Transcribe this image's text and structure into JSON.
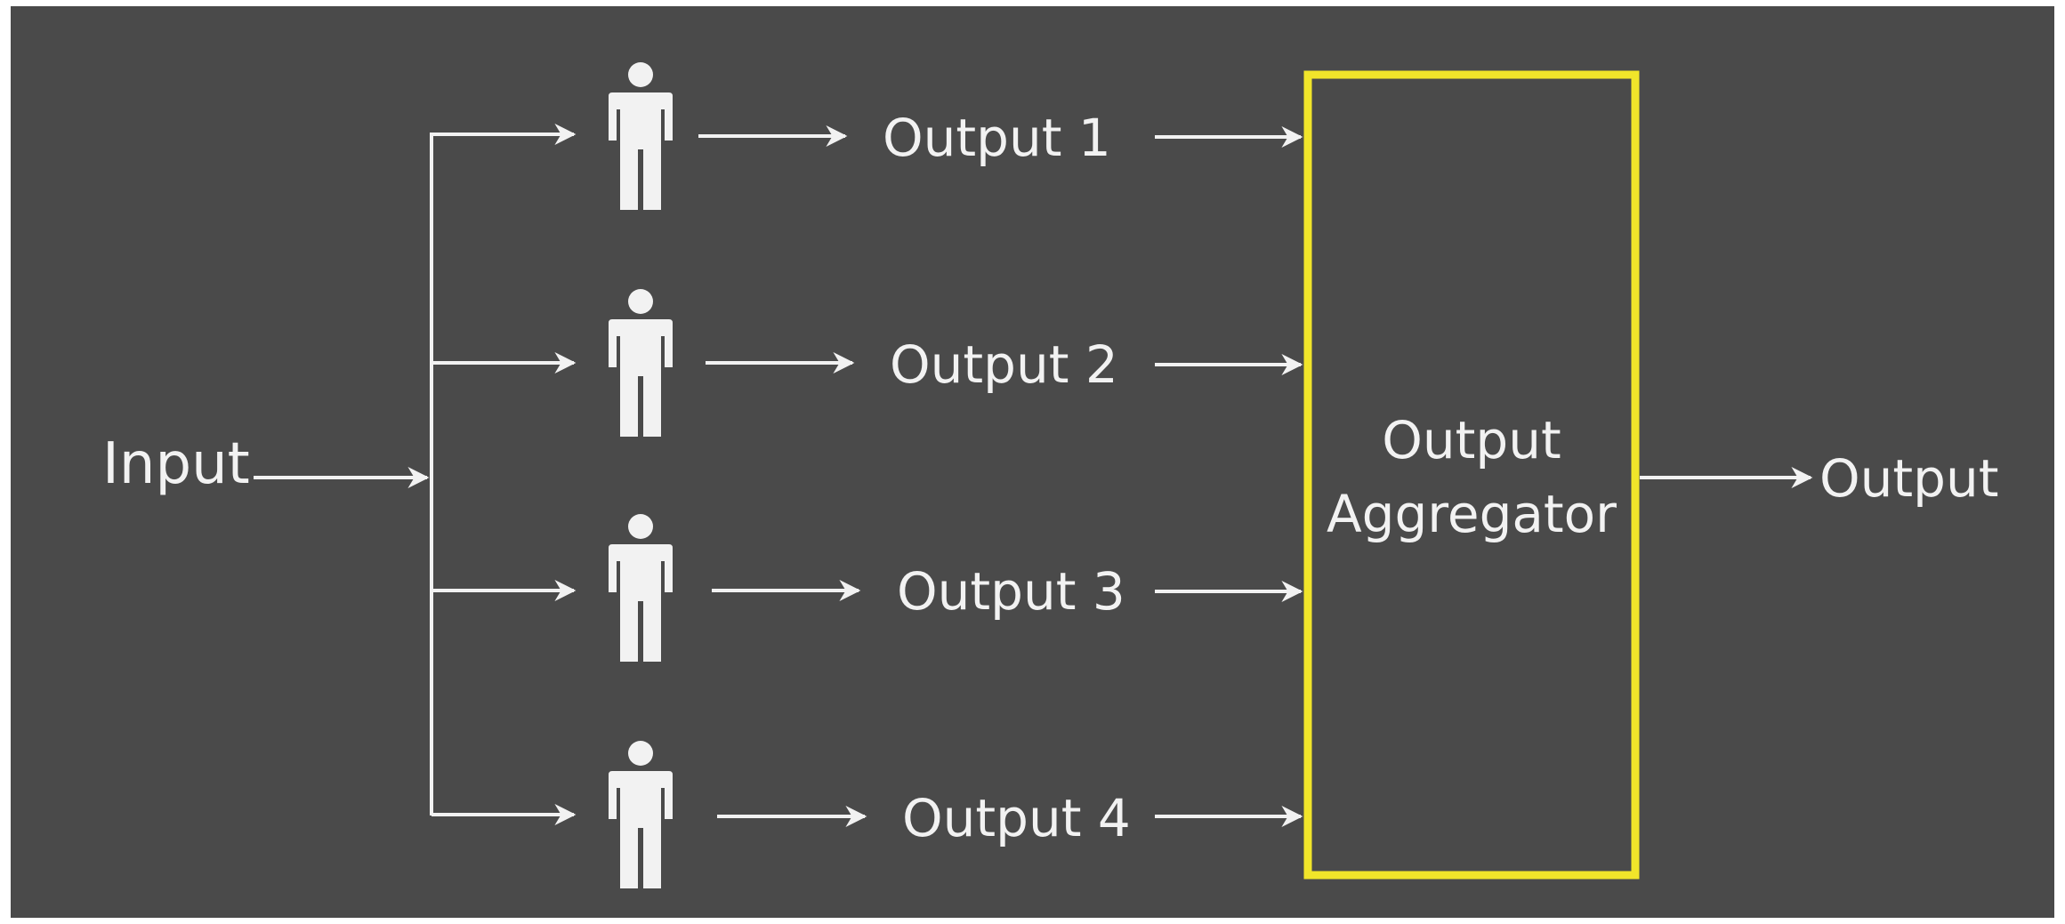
{
  "colors": {
    "background": "#4a4a4a",
    "foreground": "#f2f2f2",
    "accent": "#f1e52a"
  },
  "icons": [
    "person-icon",
    "arrow-right-icon"
  ],
  "diagram": {
    "input_label": "Input",
    "worker_outputs": [
      "Output 1",
      "Output 2",
      "Output 3",
      "Output 4"
    ],
    "aggregator": {
      "line1": "Output",
      "line2": "Aggregator"
    },
    "final_output_label": "Output"
  }
}
